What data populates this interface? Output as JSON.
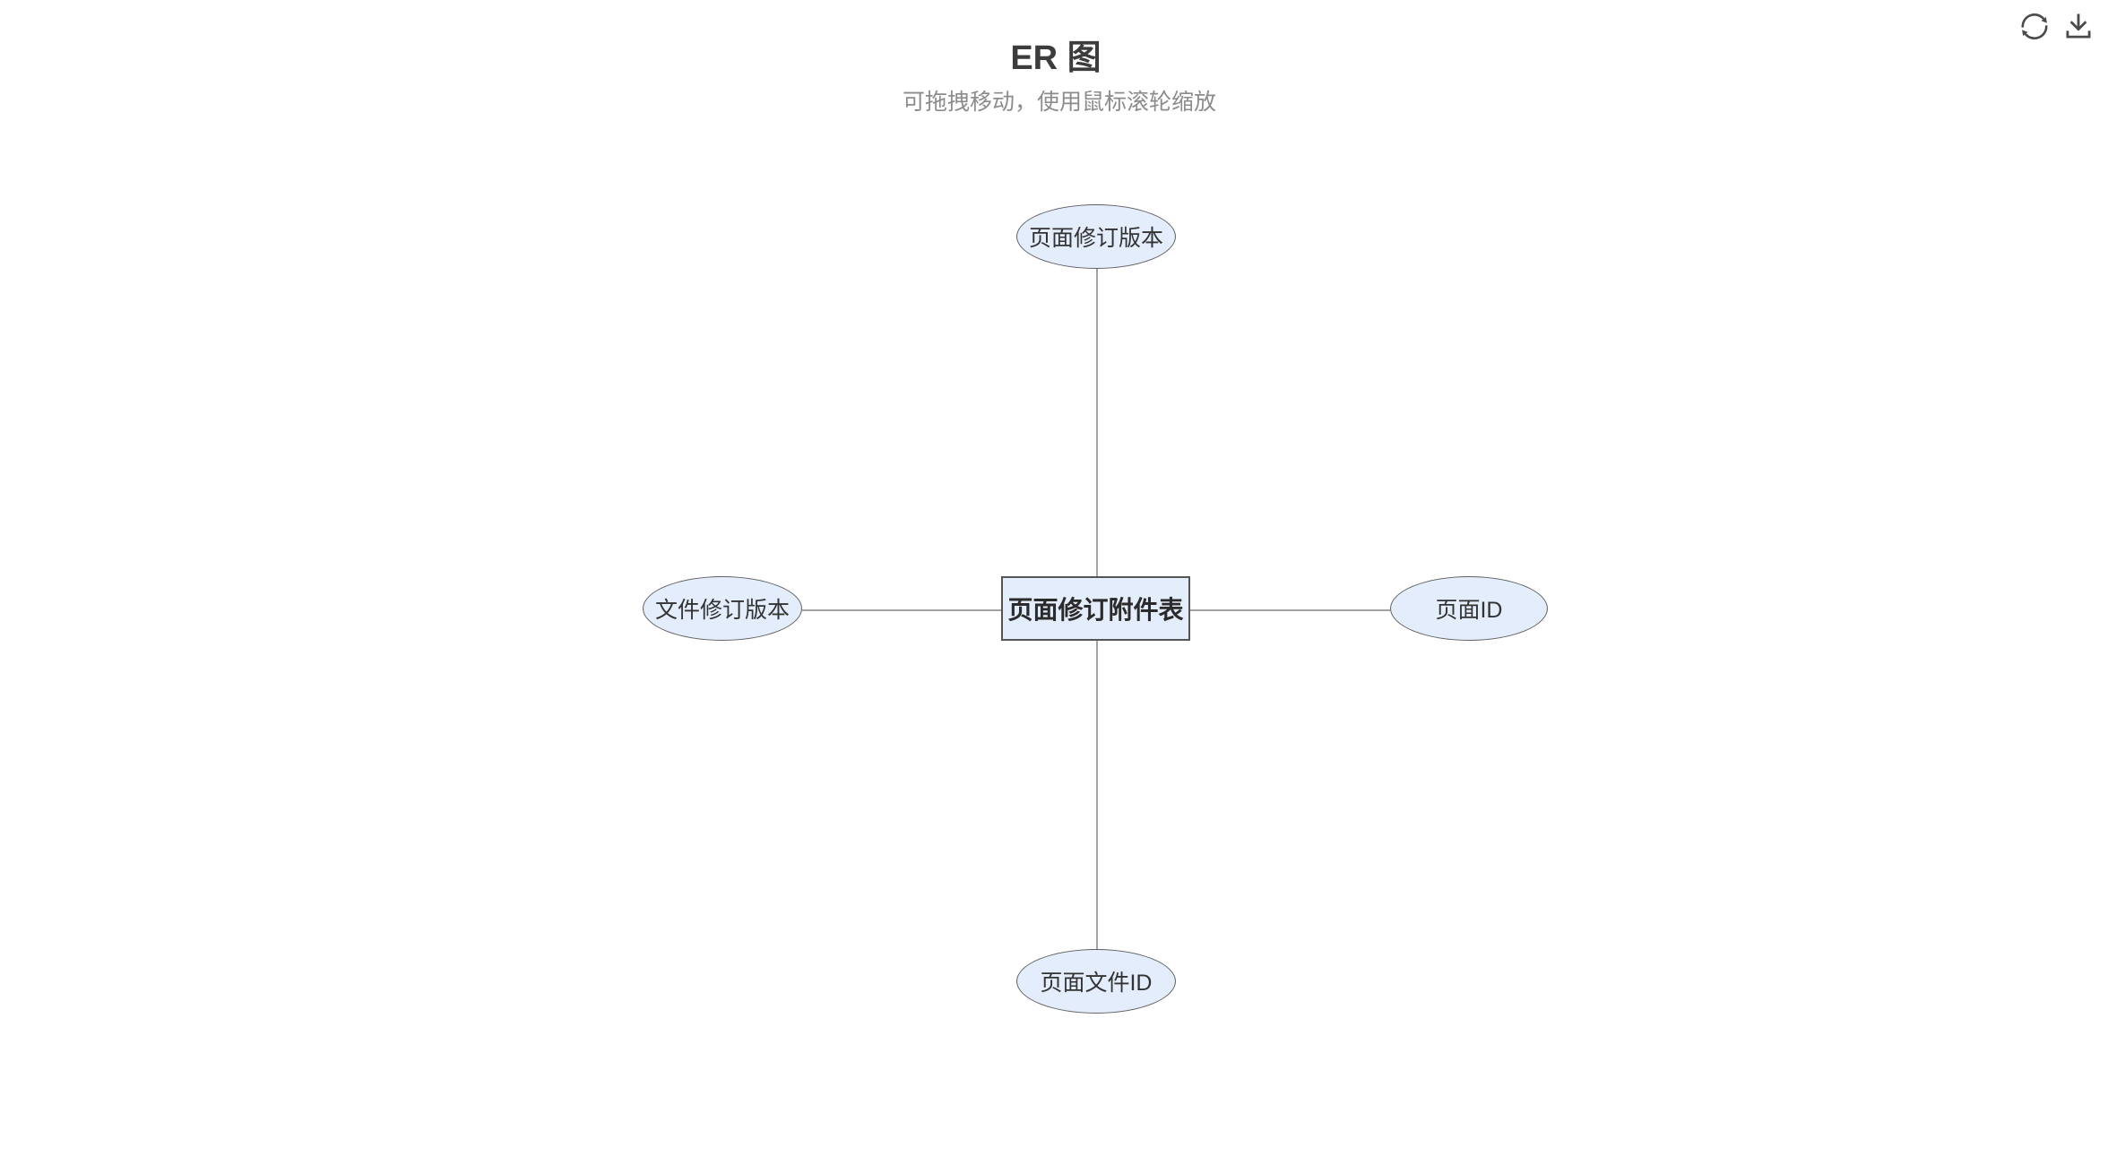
{
  "header": {
    "title": "ER 图",
    "subtitle": "可拖拽移动，使用鼠标滚轮缩放"
  },
  "toolbar": {
    "icons": [
      "sync-icon",
      "download-icon"
    ]
  },
  "diagram": {
    "type": "er-diagram",
    "entity": {
      "label": "页面修订附件表",
      "shape": "rectangle"
    },
    "attributes": [
      {
        "label": "页面修订版本",
        "shape": "ellipse",
        "position": "top"
      },
      {
        "label": "文件修订版本",
        "shape": "ellipse",
        "position": "left"
      },
      {
        "label": "页面ID",
        "shape": "ellipse",
        "position": "right"
      },
      {
        "label": "页面文件ID",
        "shape": "ellipse",
        "position": "bottom"
      }
    ],
    "edges": [
      {
        "from": "页面修订附件表",
        "to": "页面修订版本"
      },
      {
        "from": "页面修订附件表",
        "to": "文件修订版本"
      },
      {
        "from": "页面修订附件表",
        "to": "页面ID"
      },
      {
        "from": "页面修订附件表",
        "to": "页面文件ID"
      }
    ],
    "colors": {
      "node_fill": "#e4edfb",
      "entity_border": "#555555",
      "attribute_border": "#5f5f5f",
      "edge": "#a2a2a2",
      "title_text": "#3c3c3c",
      "subtitle_text": "#8c8c8c",
      "icon": "#4a4a4a"
    }
  }
}
